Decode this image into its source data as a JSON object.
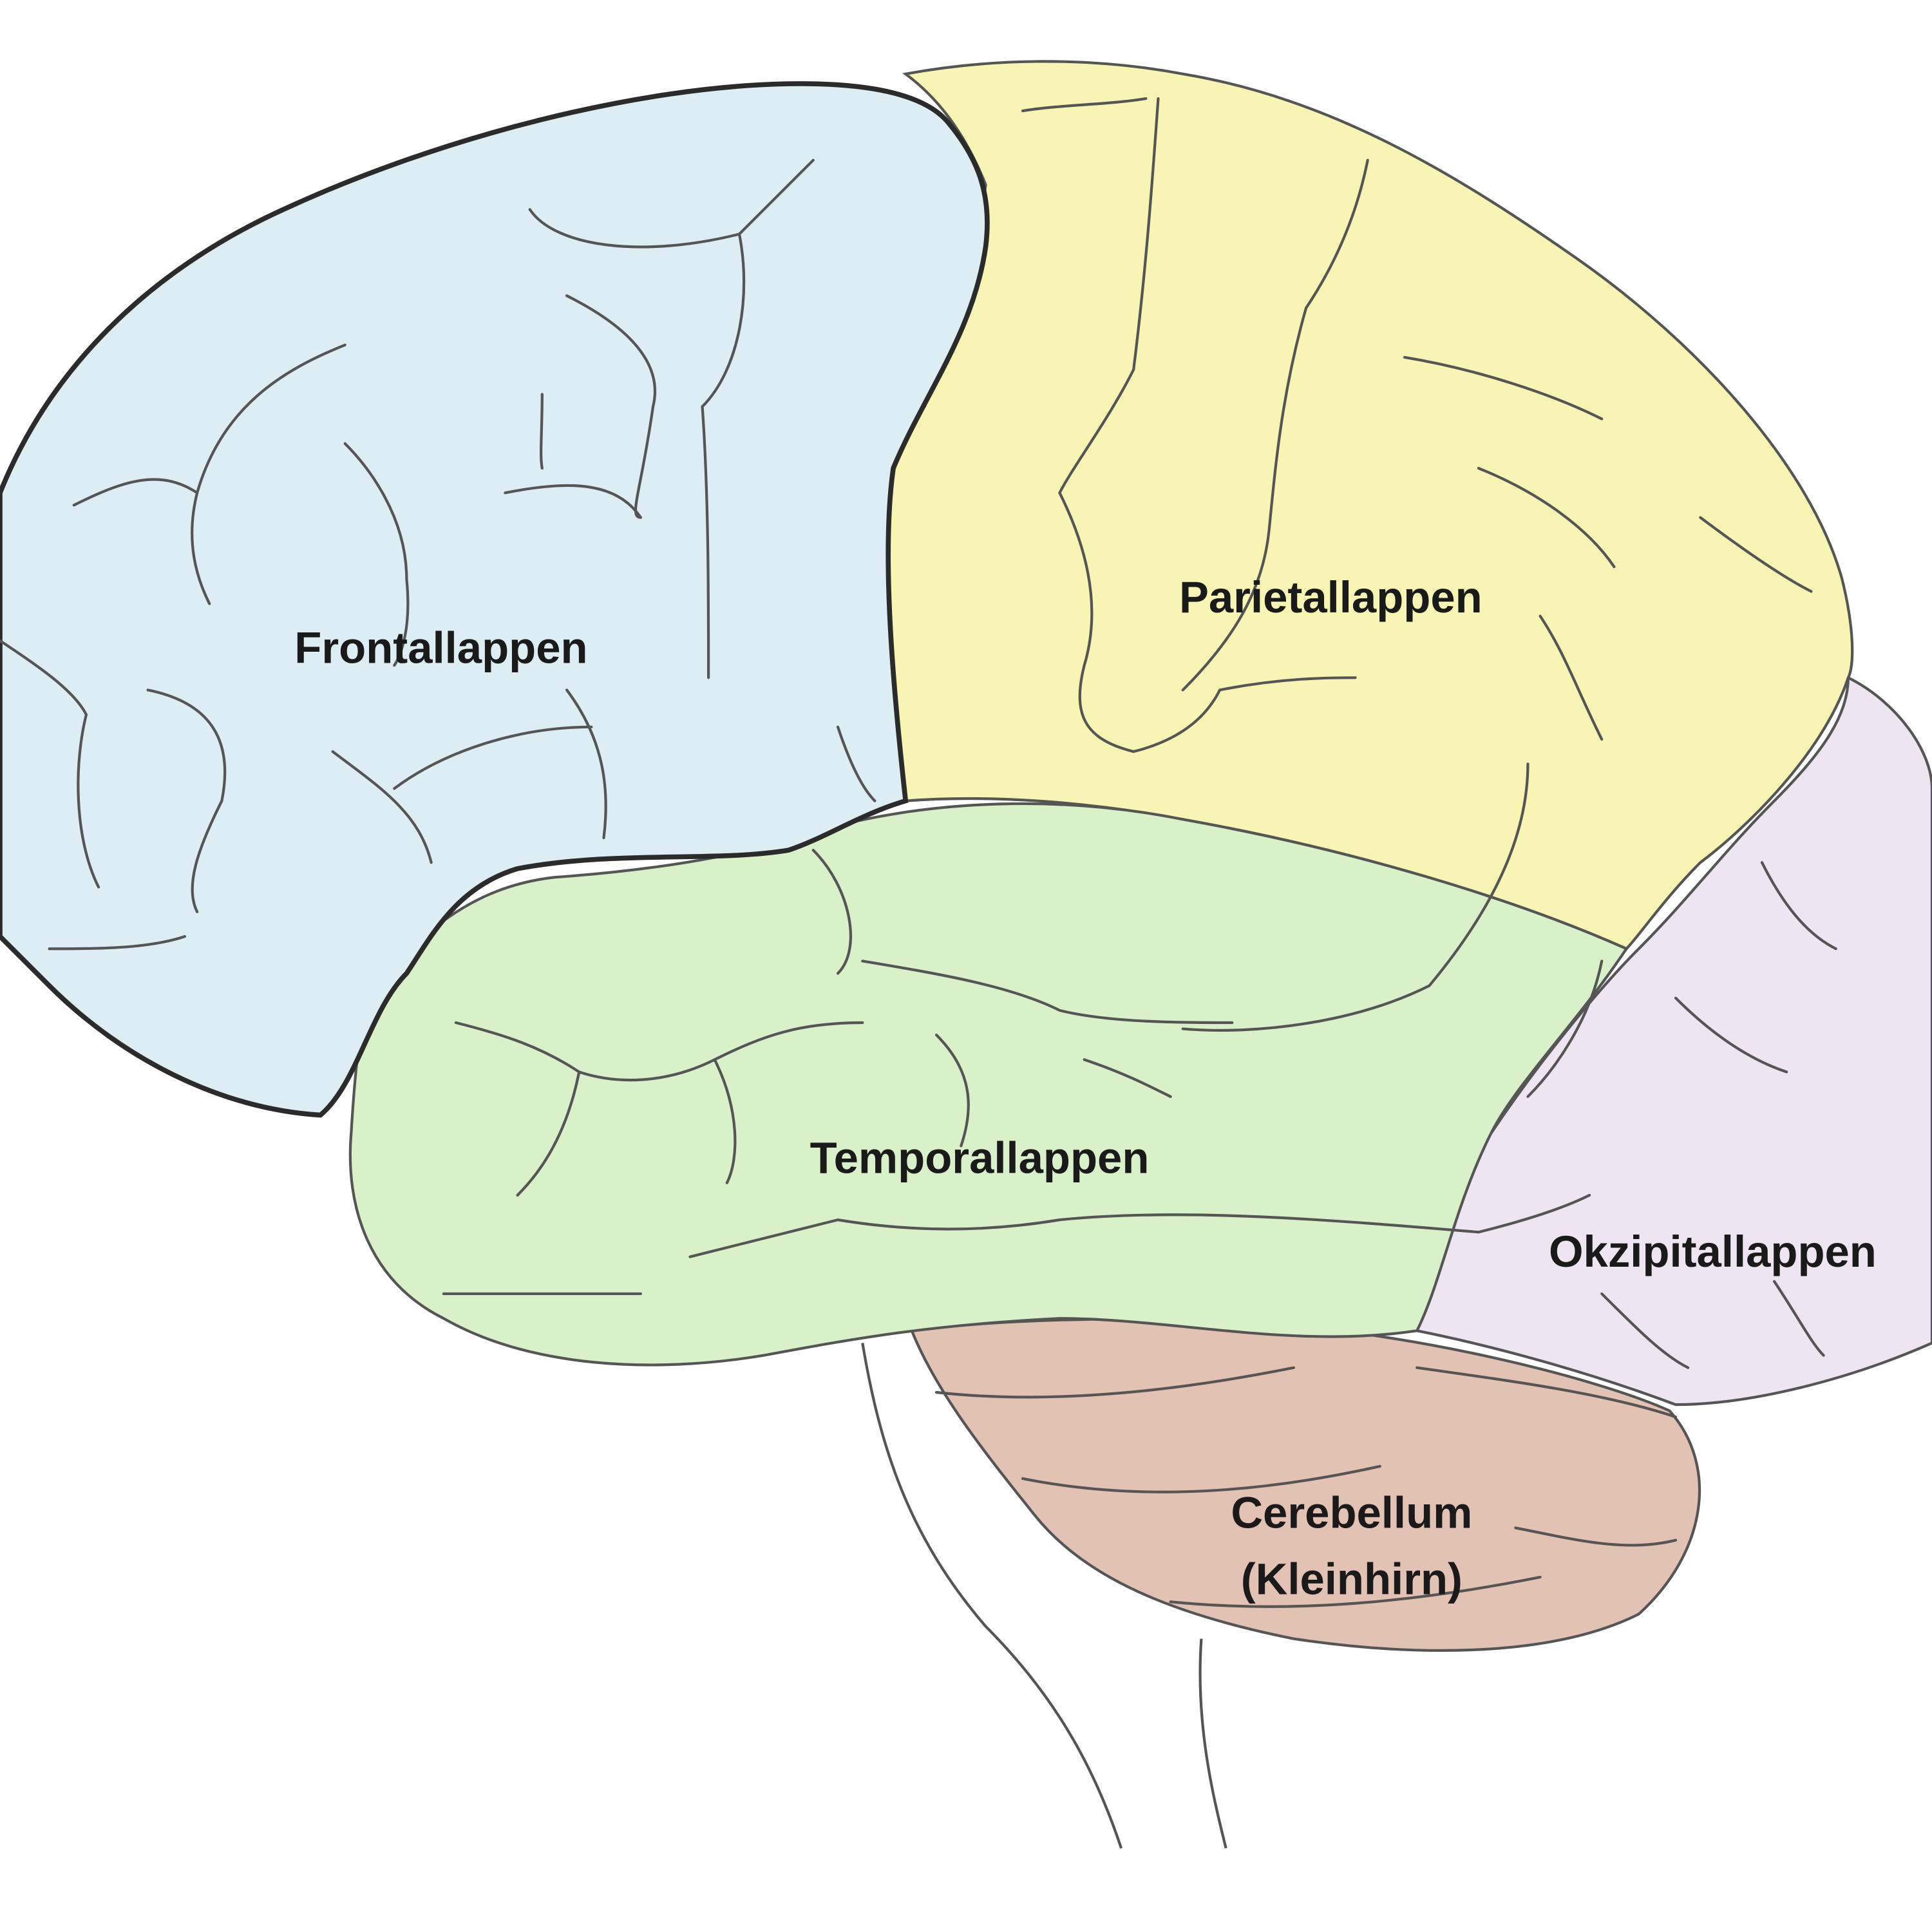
{
  "labels": {
    "frontal": "Frontallappen",
    "parietal": "Parietallappen",
    "temporal": "Temporallappen",
    "occipital": "Okzipitallappen",
    "cerebellum_line1": "Cerebellum",
    "cerebellum_line2": "(Kleinhirn)"
  },
  "colors": {
    "frontal": "#dcedf4",
    "parietal": "#f8f4b4",
    "temporal": "#d9f1c9",
    "occipital": "#efe5f2",
    "cerebellum": "#e2c2b2",
    "outline": "#333333"
  }
}
